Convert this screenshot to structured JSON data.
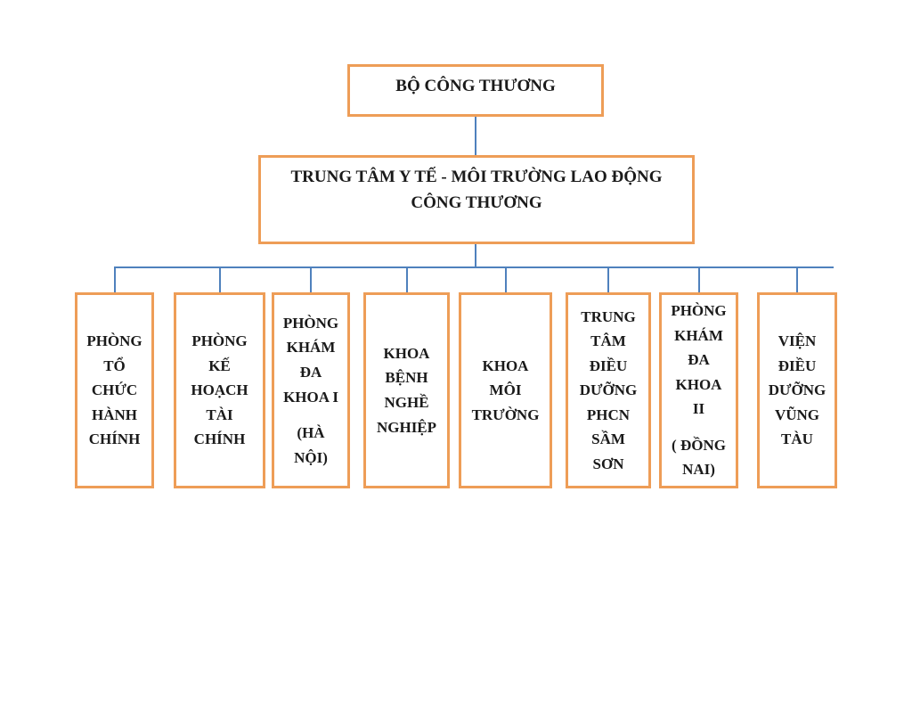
{
  "colors": {
    "box_border": "#EE9D57",
    "connector_line": "#4F81BD",
    "text": "#1A1A1A",
    "background": "#FFFFFF"
  },
  "org": {
    "root": "BỘ CÔNG THƯƠNG",
    "center": "TRUNG TÂM Y TẾ - MÔI TRƯỜNG LAO ĐỘNG\nCÔNG THƯƠNG",
    "children": [
      {
        "lines": "PHÒNG\nTỔ\nCHỨC\nHÀNH\nCHÍNH"
      },
      {
        "lines": "PHÒNG\nKẾ\nHOẠCH\nTÀI\nCHÍNH"
      },
      {
        "lines": "PHÒNG\nKHÁM\nĐA\nKHOA I",
        "note": "(HÀ\nNỘI)"
      },
      {
        "lines": "KHOA\nBỆNH\nNGHỀ\nNGHIỆP"
      },
      {
        "lines": "KHOA\nMÔI\nTRƯỜNG"
      },
      {
        "lines": "TRUNG\nTÂM\nĐIỀU\nDƯỠNG\nPHCN\nSẦM\nSƠN"
      },
      {
        "lines": "PHÒNG\nKHÁM\nĐA\nKHOA\nII",
        "note": "( ĐỒNG\nNAI)"
      },
      {
        "lines": "VIỆN\nĐIỀU\nDƯỠNG\nVŨNG\nTÀU"
      }
    ]
  }
}
